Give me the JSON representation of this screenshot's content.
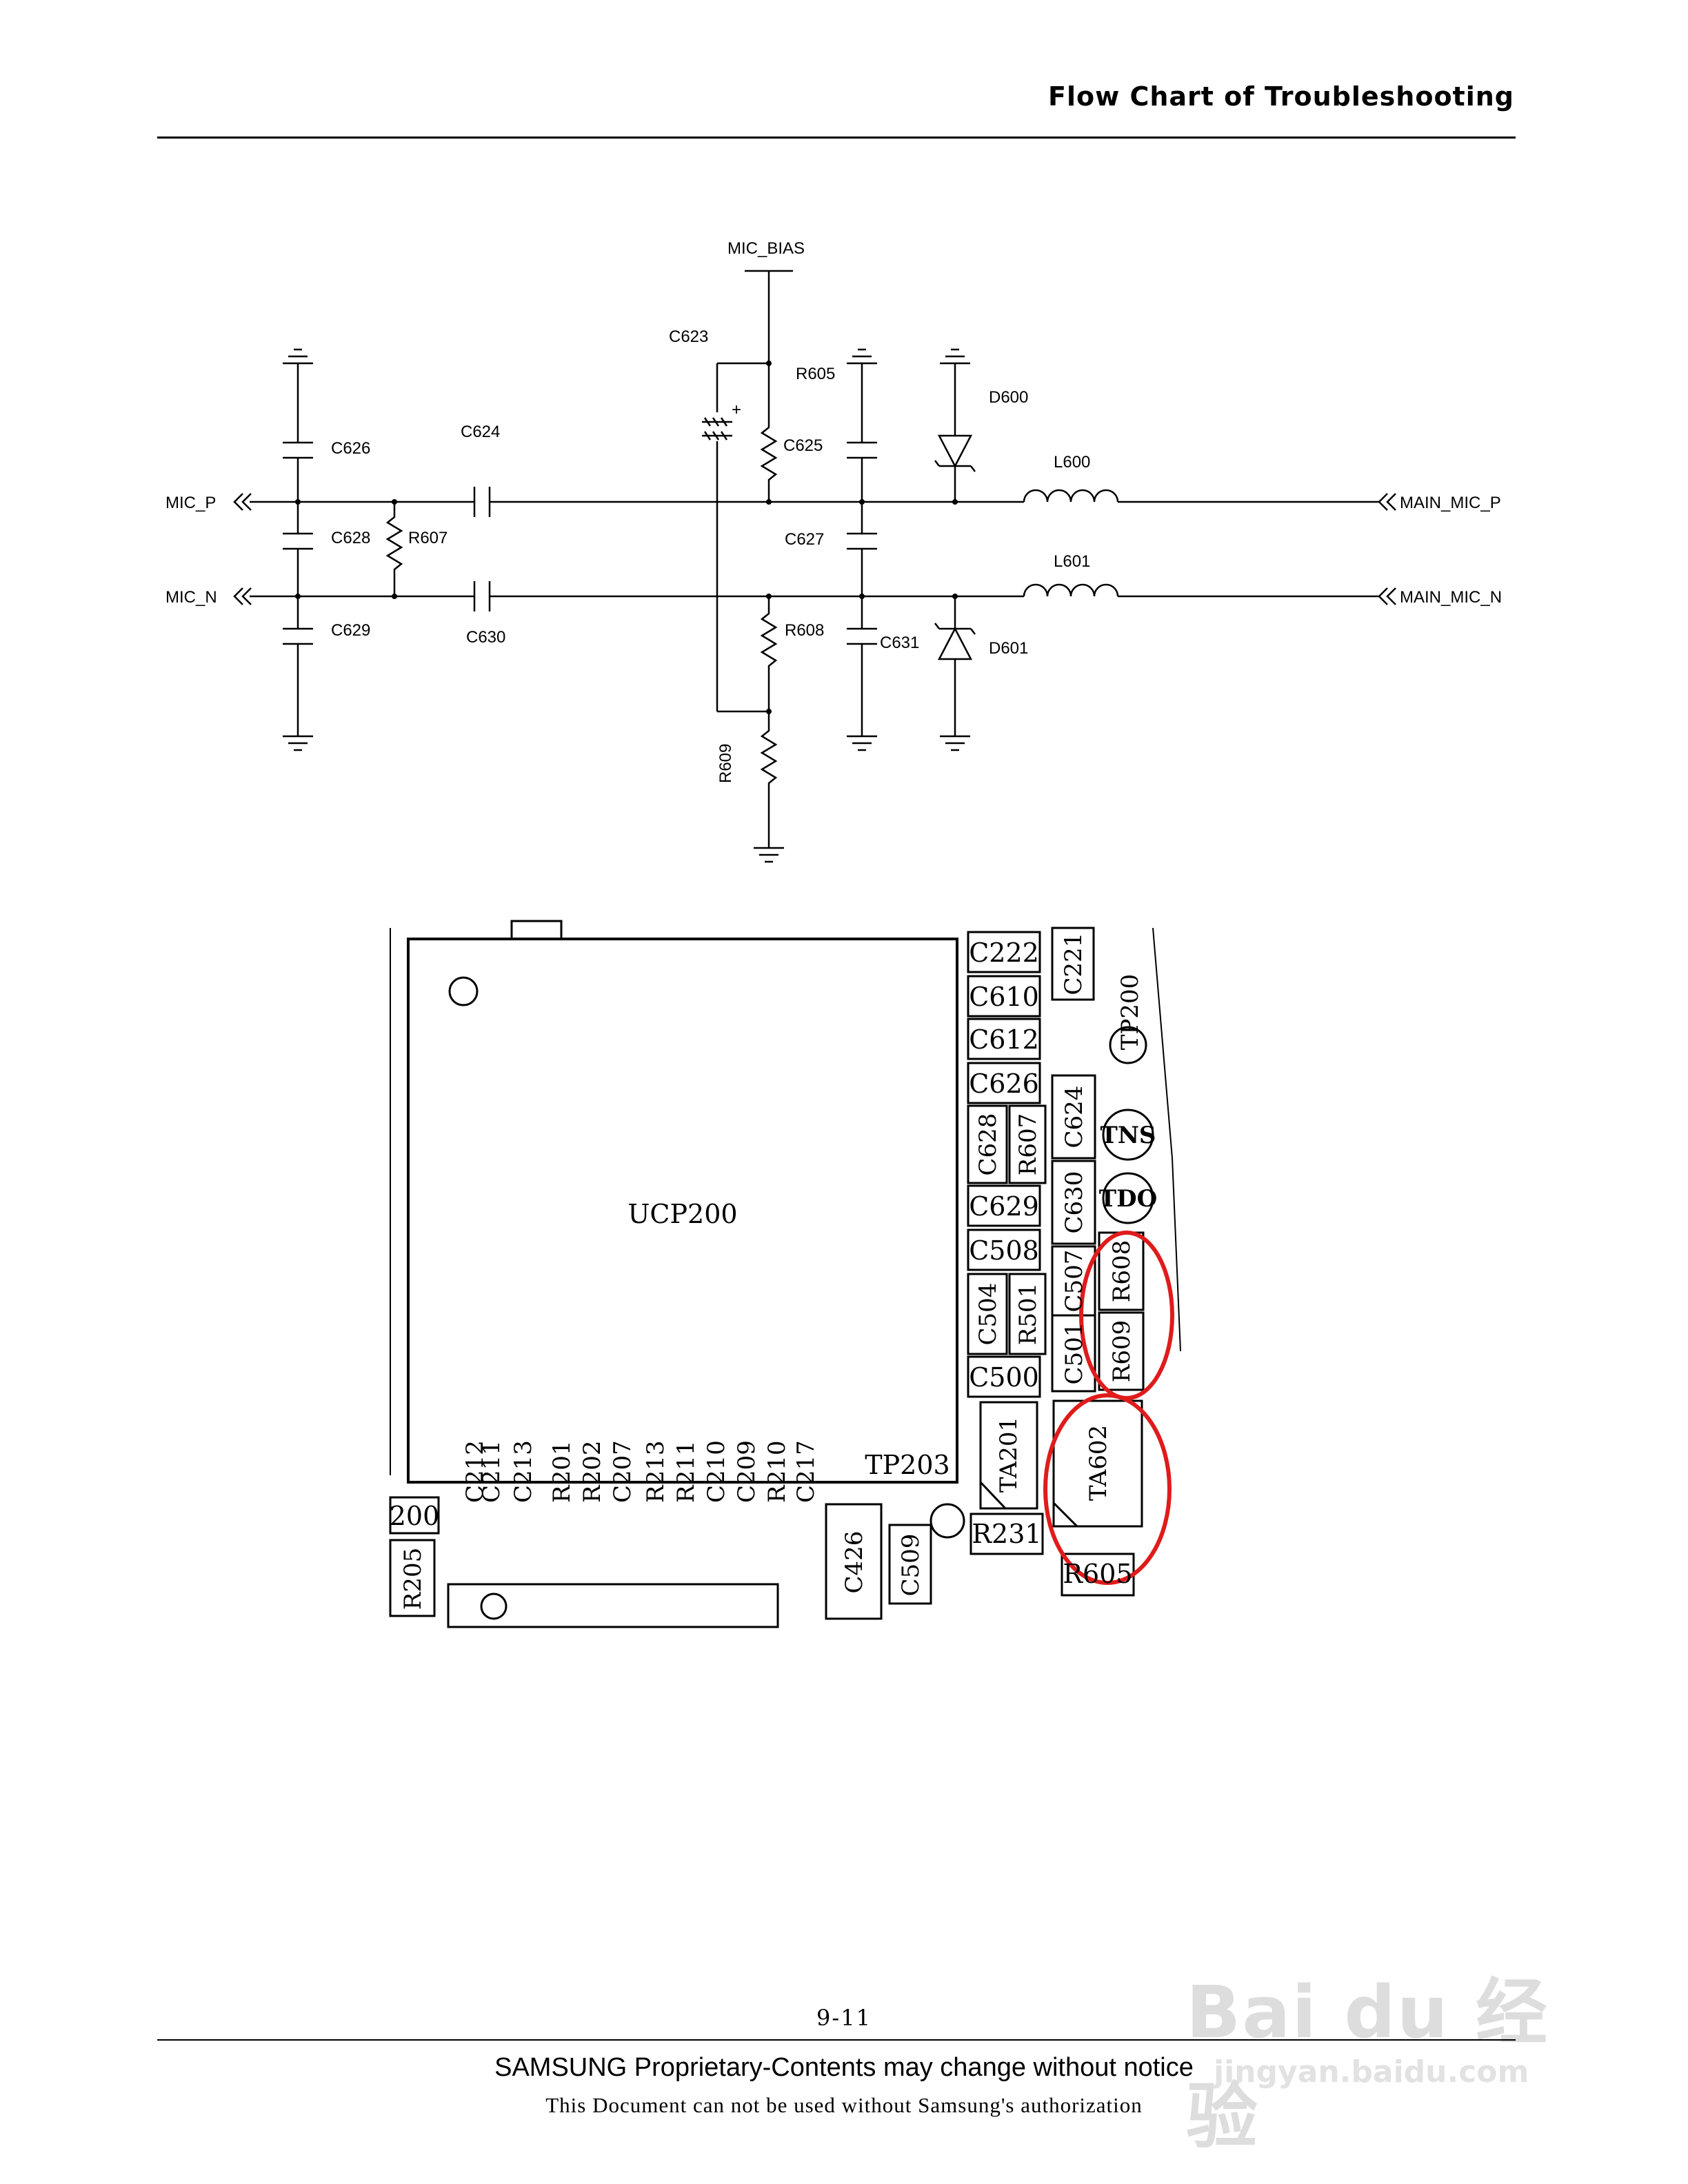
{
  "header": {
    "title": "Flow Chart of Troubleshooting"
  },
  "schematic": {
    "labels": {
      "mic_bias": "MIC_BIAS",
      "mic_p": "MIC_P",
      "mic_n": "MIC_N",
      "main_mic_p": "MAIN_MIC_P",
      "main_mic_n": "MAIN_MIC_N",
      "c623": "C623",
      "r605": "R605",
      "d600": "D600",
      "c626": "C626",
      "c624": "C624",
      "c625": "C625",
      "l600": "L600",
      "c628": "C628",
      "r607": "R607",
      "c627": "C627",
      "l601": "L601",
      "c629": "C629",
      "c630": "C630",
      "r608": "R608",
      "c631": "C631",
      "d601": "D601",
      "r609": "R609"
    }
  },
  "pcb": {
    "chip_label": "UCP200",
    "tp203": "TP203",
    "tp200": "TP200",
    "tns": "TNS",
    "tdo": "TDO",
    "parts": {
      "c222": "C222",
      "c221": "C221",
      "c610": "C610",
      "c612": "C612",
      "c626": "C626",
      "c628": "C628",
      "r607": "R607",
      "c624": "C624",
      "c629": "C629",
      "c630": "C630",
      "c508": "C508",
      "c507": "C507",
      "r608": "R608",
      "c504": "C504",
      "r501": "R501",
      "c501": "C501",
      "r609": "R609",
      "c500": "C500",
      "ta201": "TA201",
      "ta602": "TA602",
      "r231": "R231",
      "r605": "R605",
      "c426": "C426",
      "c509": "C509",
      "p200": "200",
      "r205": "R205"
    },
    "bottom_row": [
      "C212",
      "C211",
      "C213",
      "R201",
      "R202",
      "C207",
      "R213",
      "R211",
      "C210",
      "C209",
      "R210",
      "C217"
    ],
    "highlight_color": "#e01b1b"
  },
  "footer": {
    "page_number": "9-11",
    "notice": "SAMSUNG Proprietary-Contents may change without notice",
    "authorization": "This Document can not be used without Samsung's authorization"
  },
  "watermark": {
    "brand": "Bai du 经验",
    "url": "jingyan.baidu.com"
  }
}
